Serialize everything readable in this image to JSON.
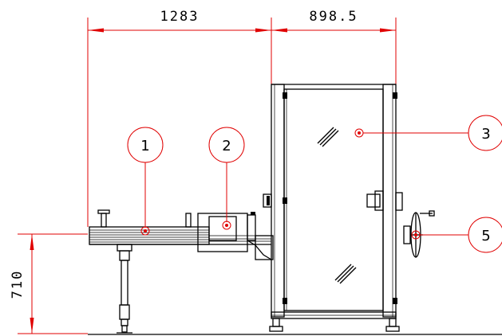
{
  "dimensions": {
    "top_left": "1283",
    "top_right": "898.5",
    "left_vertical": "710"
  },
  "balloons": [
    "1",
    "2",
    "3",
    "5"
  ],
  "colors": {
    "dimension_lines": "#e00000",
    "drawing_lines": "#000000"
  }
}
